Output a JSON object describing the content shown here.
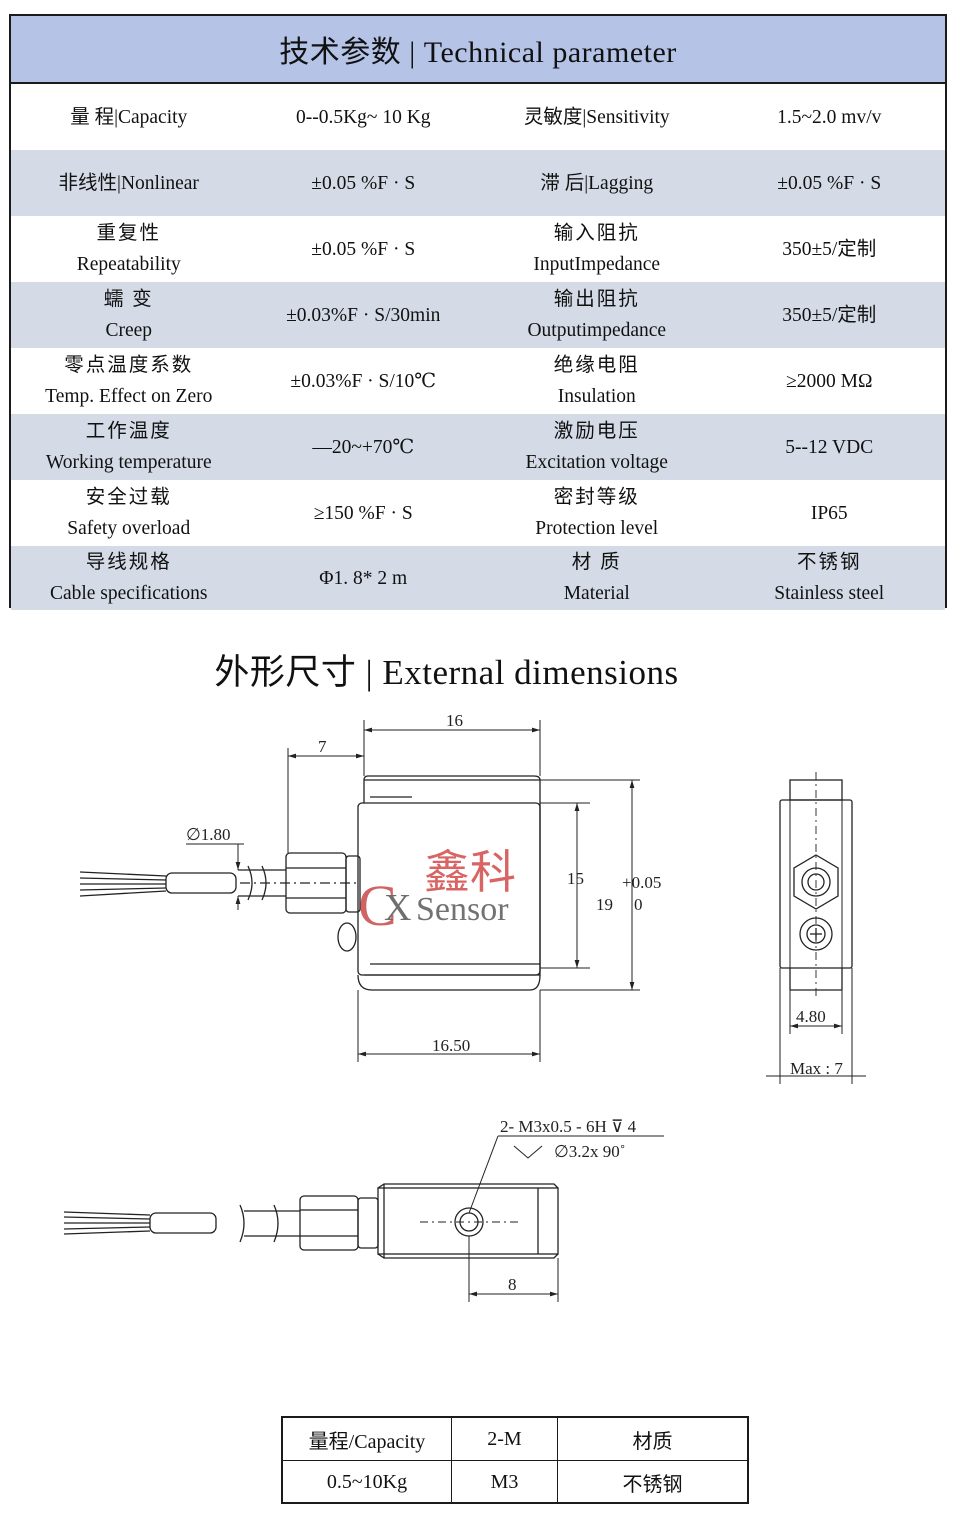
{
  "spec_table": {
    "title": "技术参数 | Technical parameter",
    "rows": [
      {
        "c1": [
          "量  程|Capacity"
        ],
        "v1": "0--0.5Kg~ 10 Kg",
        "c3": [
          "灵敏度|Sensitivity"
        ],
        "v3": "1.5~2.0 mv/v"
      },
      {
        "c1": [
          "非线性|Nonlinear"
        ],
        "v1": "±0.05 %F · S",
        "c3": [
          "滞  后|Lagging"
        ],
        "v3": "±0.05 %F · S"
      },
      {
        "c1": [
          "重复性",
          "Repeatability"
        ],
        "v1": "±0.05 %F · S",
        "c3": [
          "输入阻抗",
          "InputImpedance"
        ],
        "v3": "350±5/定制"
      },
      {
        "c1": [
          "蠕  变",
          "Creep"
        ],
        "v1": "±0.03%F · S/30min",
        "c3": [
          "输出阻抗",
          "Outputimpedance"
        ],
        "v3": "350±5/定制"
      },
      {
        "c1": [
          "零点温度系数",
          "Temp. Effect on Zero"
        ],
        "v1": "±0.03%F · S/10℃",
        "c3": [
          "绝缘电阻",
          "Insulation"
        ],
        "v3": "≥2000 MΩ"
      },
      {
        "c1": [
          "工作温度",
          "Working temperature"
        ],
        "v1": "—20~+70℃",
        "c3": [
          "激励电压",
          "Excitation voltage"
        ],
        "v3": "5--12 VDC"
      },
      {
        "c1": [
          "安全过载",
          "Safety overload"
        ],
        "v1": "≥150 %F · S",
        "c3": [
          "密封等级",
          "Protection level"
        ],
        "v3": "IP65"
      },
      {
        "c1": [
          "导线规格",
          "Cable specifications"
        ],
        "v1": "Φ1. 8* 2 m",
        "c3": [
          "材  质",
          "Material"
        ],
        "v3": [
          "不锈钢",
          "Stainless steel"
        ]
      }
    ]
  },
  "dimensions": {
    "title": "外形尺寸 | External dimensions",
    "labels": {
      "top_width": "16",
      "cable_len": "7",
      "cable_dia": "∅1.80",
      "inner_h": "15",
      "outer_h": "19",
      "tol_plus": "+0.05",
      "tol_zero": "0",
      "bottom_w": "16.50",
      "side_w": "4.80",
      "side_max": "Max : 7",
      "thread": "2- M3x0.5 - 6H ⊽ 4",
      "chamfer": "∅3.2x 90˚",
      "hole_dist": "8"
    },
    "logo": {
      "cn": "鑫科",
      "letter_c": "C",
      "letter_x": "X",
      "word": "Sensor"
    }
  },
  "mini_table": {
    "headers": [
      "量程/Capacity",
      "2-M",
      "材质"
    ],
    "values": [
      "0.5~10Kg",
      "M3",
      "不锈钢"
    ]
  }
}
